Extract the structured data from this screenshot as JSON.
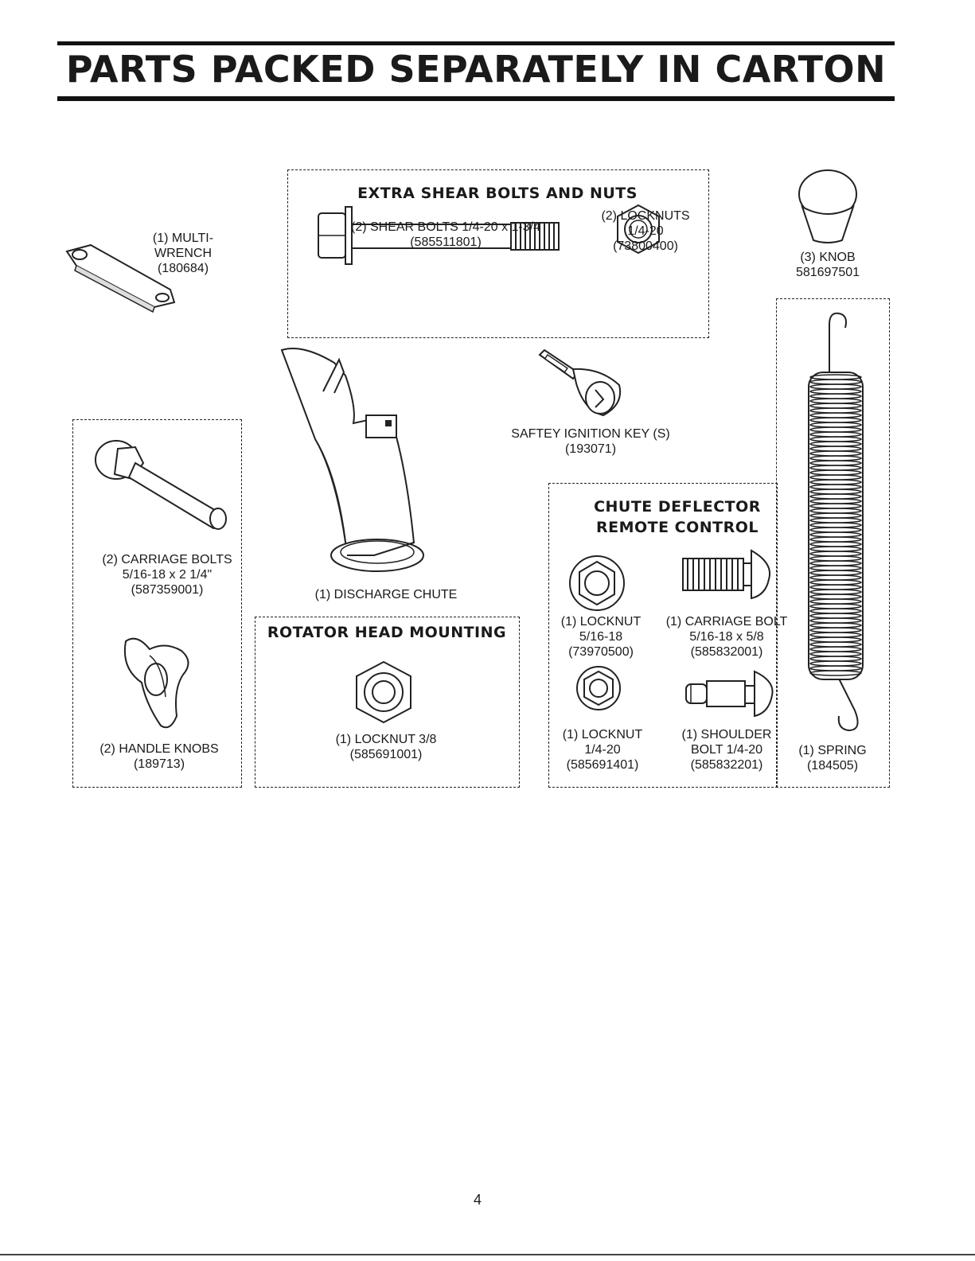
{
  "title": "PARTS PACKED SEPARATELY IN CARTON",
  "page_number": "4",
  "groups": {
    "extra_shear": "EXTRA SHEAR BOLTS AND NUTS",
    "rotator": "ROTATOR HEAD MOUNTING",
    "chute_deflector": "CHUTE DEFLECTOR\nREMOTE CONTROL"
  },
  "parts": {
    "multi_wrench": "(1) MULTI-\nWRENCH\n(180684)",
    "shear_bolts": "(2) SHEAR BOLTS 1/4-20 x 1-3/4\n(585511801)",
    "shear_locknuts": "(2) LOCKNUTS\n1/4-20\n(73800400)",
    "knob": "(3) KNOB\n581697501",
    "carriage_bolts": "(2) CARRIAGE BOLTS\n5/16-18 x 2 1/4\"\n(587359001)",
    "discharge_chute": "(1) DISCHARGE CHUTE",
    "ignition_key": "SAFTEY IGNITION KEY (S)\n(193071)",
    "handle_knobs": "(2) HANDLE KNOBS\n(189713)",
    "rotator_locknut": "(1)  LOCKNUT 3/8\n(585691001)",
    "cd_locknut_516": "(1) LOCKNUT\n5/16-18\n(73970500)",
    "cd_carriage_bolt": "(1) CARRIAGE BOLT\n5/16-18 x 5/8\n(585832001)",
    "cd_locknut_14": "(1) LOCKNUT\n1/4-20\n(585691401)",
    "shoulder_bolt": "(1) SHOULDER\nBOLT 1/4-20\n(585832201)",
    "spring": "(1) SPRING\n(184505)"
  }
}
